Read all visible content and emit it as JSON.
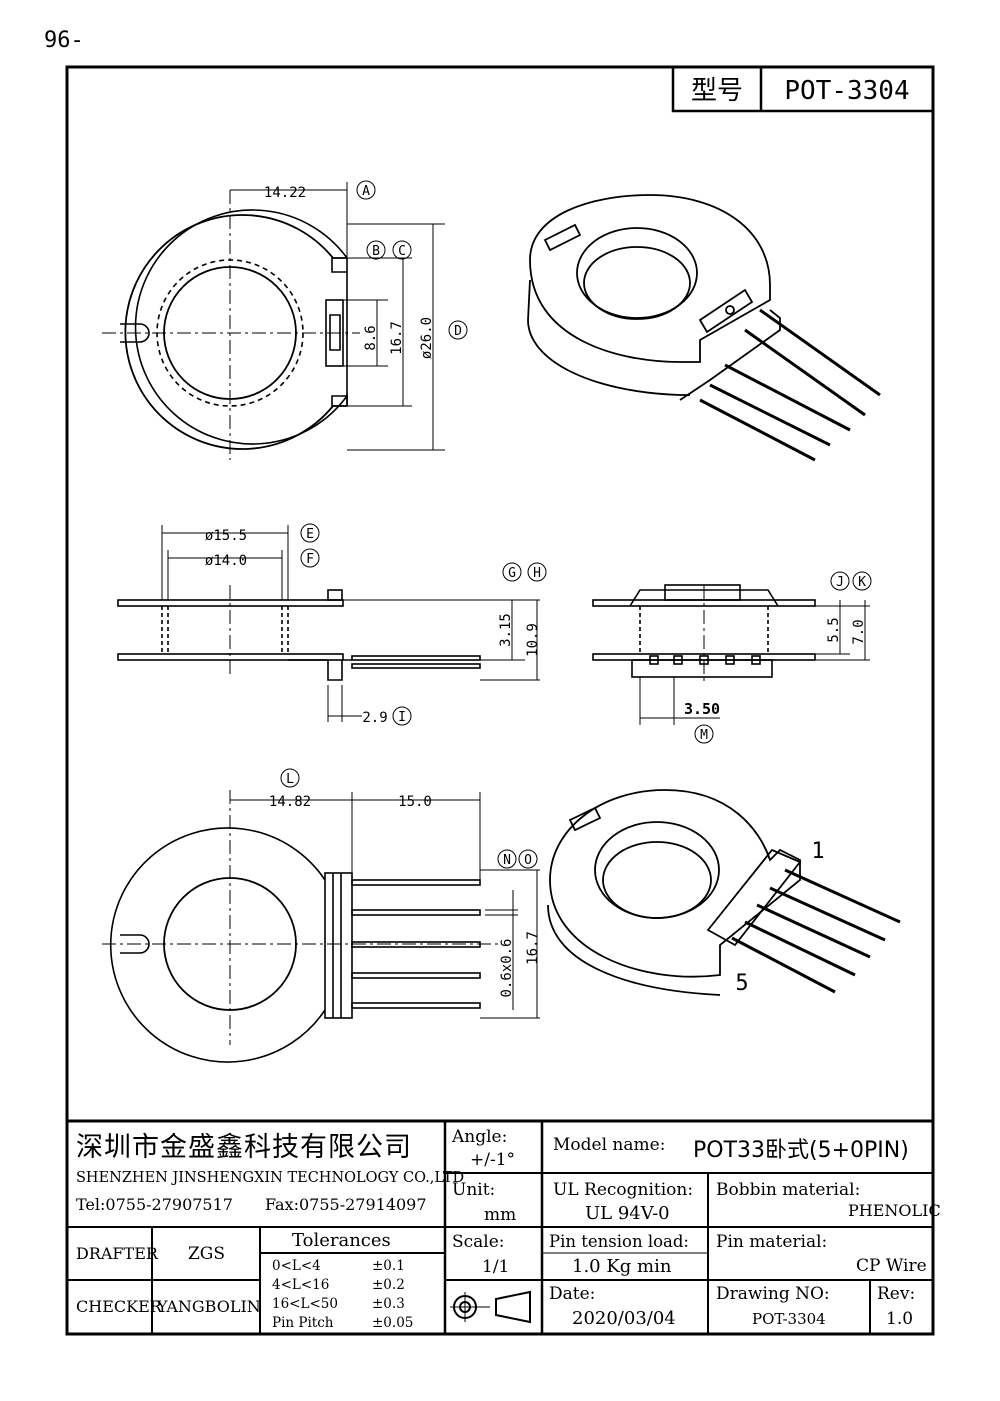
{
  "corner_text": "96-",
  "title_box": {
    "label": "型号",
    "model": "POT-3304"
  },
  "dims": {
    "A": "14.22",
    "BC_small": "8.6",
    "BC_large": "16.7",
    "D": "ø26.0",
    "E": "ø15.5",
    "F": "ø14.0",
    "G": "3.15",
    "H": "10.9",
    "I": "2.9",
    "J": "5.5",
    "K": "7.0",
    "M": "3.50",
    "L1": "14.82",
    "L2": "15.0",
    "N": "0.6x0.6",
    "O": "16.7"
  },
  "markers": [
    "A",
    "B",
    "C",
    "D",
    "E",
    "F",
    "G",
    "H",
    "I",
    "J",
    "K",
    "L",
    "M",
    "N",
    "O"
  ],
  "pin_labels": {
    "first": "1",
    "last": "5"
  },
  "company": {
    "name_cn": "深圳市金盛鑫科技有限公司",
    "name_en": "SHENZHEN JINSHENGXIN TECHNOLOGY CO.,LTD",
    "tel": "Tel:0755-27907517",
    "fax": "Fax:0755-27914097"
  },
  "titleblock": {
    "angle_label": "Angle:",
    "angle_value": "+/-1°",
    "unit_label": "Unit:",
    "unit_value": "mm",
    "scale_label": "Scale:",
    "scale_value": "1/1",
    "model_label": "Model name:",
    "model_value": "POT33卧式(5+0PIN)",
    "ul_label": "UL Recognition:",
    "ul_value": "UL 94V-0",
    "bobbin_label": "Bobbin material:",
    "bobbin_value": "PHENOLIC",
    "tension_label": "Pin tension load:",
    "tension_value": "1.0 Kg min",
    "pinmat_label": "Pin material:",
    "pinmat_value": "CP Wire",
    "date_label": "Date:",
    "date_value": "2020/03/04",
    "drawing_label": "Drawing NO:",
    "drawing_value": "POT-3304",
    "rev_label": "Rev:",
    "rev_value": "1.0",
    "drafter_label": "DRAFTER",
    "drafter_value": "ZGS",
    "checker_label": "CHECKER",
    "checker_value": "YANGBOLIN",
    "tol_title": "Tolerances",
    "tolerances": [
      {
        "range": "0<L<4",
        "value": "±0.1"
      },
      {
        "range": "4<L<16",
        "value": "±0.2"
      },
      {
        "range": "16<L<50",
        "value": "±0.3"
      },
      {
        "range": "Pin Pitch",
        "value": "±0.05"
      }
    ]
  }
}
